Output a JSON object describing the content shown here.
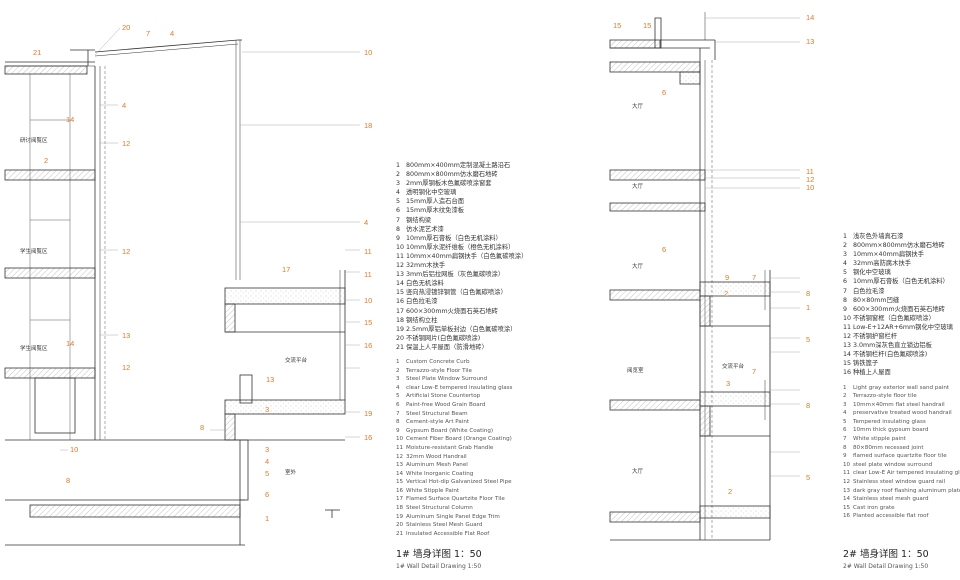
{
  "drawing1": {
    "title_cn": "1# 墙身详图 1：50",
    "title_en": "1# Wall Detail Drawing 1:50",
    "callouts": [
      "20",
      "7",
      "4",
      "21",
      "10",
      "4",
      "14",
      "18",
      "12",
      "2",
      "12",
      "4",
      "17",
      "11",
      "13",
      "15",
      "14",
      "12",
      "13",
      "16",
      "3",
      "11",
      "10",
      "8",
      "3",
      "4",
      "5",
      "6",
      "1",
      "8",
      "19",
      "16",
      "10"
    ],
    "rooms": [
      "研讨阅覧区",
      "学生阅覧区",
      "学生阅覧区",
      "交流平台",
      "室外"
    ],
    "legend_cn": [
      {
        "n": "1",
        "t": "800mm×400mm定制混凝土路沿石"
      },
      {
        "n": "2",
        "t": "800mm×800mm仿水磨石地砖"
      },
      {
        "n": "3",
        "t": "2mm厚钢板木色氟碳喷涂窗套"
      },
      {
        "n": "4",
        "t": "透明钢化中空玻璃"
      },
      {
        "n": "5",
        "t": "15mm厚人造石台面"
      },
      {
        "n": "6",
        "t": "15mm厚木纹免漆板"
      },
      {
        "n": "7",
        "t": "钢结构梁"
      },
      {
        "n": "8",
        "t": "仿水泥艺术漆"
      },
      {
        "n": "9",
        "t": "10mm厚石膏板（白色无机涂料）"
      },
      {
        "n": "10",
        "t": "10mm厚水泥纤维板（橙色无机涂料）"
      },
      {
        "n": "11",
        "t": "10mm×40mm扁钢扶手（白色氟碳喷涂）"
      },
      {
        "n": "12",
        "t": "32mm木扶手"
      },
      {
        "n": "13",
        "t": "3mm后铝拉网板（灰色氟碳喷涂）"
      },
      {
        "n": "14",
        "t": "白色无机涂料"
      },
      {
        "n": "15",
        "t": "竖向热浸镀锌钢管（白色氟碳喷涂）"
      },
      {
        "n": "16",
        "t": "白色拉毛漆"
      },
      {
        "n": "17",
        "t": "600×300mm火烧面石英石地砖"
      },
      {
        "n": "18",
        "t": "钢结构立柱"
      },
      {
        "n": "19",
        "t": "2.5mm厚铝单板封边（白色氟碳喷涂）"
      },
      {
        "n": "20",
        "t": "不锈钢网片(白色氟碳喷涂)"
      },
      {
        "n": "21",
        "t": "保温上人平屋面（防滑地砖）"
      }
    ],
    "legend_en": [
      {
        "n": "1",
        "t": "Custom Concrete Curb"
      },
      {
        "n": "2",
        "t": "Terrazzo-style Floor Tile"
      },
      {
        "n": "3",
        "t": "Steel Plate Window Surround"
      },
      {
        "n": "4",
        "t": "clear Low-E  tempered insulating glass"
      },
      {
        "n": "5",
        "t": "Artificial Stone Countertop"
      },
      {
        "n": "6",
        "t": "Paint-free Wood Grain Board"
      },
      {
        "n": "7",
        "t": "Steel Structural Beam"
      },
      {
        "n": "8",
        "t": "Cement-style Art Paint"
      },
      {
        "n": "9",
        "t": "Gypsum Board (White Coating)"
      },
      {
        "n": "10",
        "t": "Cement Fiber Board (Orange Coating)"
      },
      {
        "n": "11",
        "t": "Moisture-resistant Grab Handle"
      },
      {
        "n": "12",
        "t": "32mm Wood Handrail"
      },
      {
        "n": "13",
        "t": "Aluminum Mesh Panel"
      },
      {
        "n": "14",
        "t": "White Inorganic Coating"
      },
      {
        "n": "15",
        "t": "Vertical Hot-dip Galvanized Steel Pipe"
      },
      {
        "n": "16",
        "t": "White Stipple Paint"
      },
      {
        "n": "17",
        "t": "Flamed Surface Quartzite Floor Tile"
      },
      {
        "n": "18",
        "t": "Steel Structural Column"
      },
      {
        "n": "19",
        "t": "Aluminum Single Panel Edge Trim"
      },
      {
        "n": "20",
        "t": "Stainless Steel Mesh Guard"
      },
      {
        "n": "21",
        "t": "Insulated Accessible Flat Roof"
      }
    ]
  },
  "drawing2": {
    "title_cn": "2# 墙身详图 1：50",
    "title_en": "2# Wall Detail Drawing 1:50",
    "callouts": [
      "15",
      "15",
      "14",
      "13",
      "6",
      "11",
      "12",
      "10",
      "6",
      "9",
      "7",
      "8",
      "2",
      "5",
      "1",
      "3",
      "7",
      "8",
      "2",
      "5"
    ],
    "rooms": [
      "大厅",
      "大厅",
      "大厅",
      "阅览室",
      "交流平台",
      "大厅"
    ],
    "legend_cn": [
      {
        "n": "1",
        "t": "浅灰色外墙真石漆"
      },
      {
        "n": "2",
        "t": "800mm×800mm仿水磨石地砖"
      },
      {
        "n": "3",
        "t": "10mm×40mm扁钢扶手"
      },
      {
        "n": "4",
        "t": "32mm高防腐木扶手"
      },
      {
        "n": "5",
        "t": "钢化中空玻璃"
      },
      {
        "n": "6",
        "t": "10mm厚石膏板（白色无机涂料）"
      },
      {
        "n": "7",
        "t": "白色拉毛漆"
      },
      {
        "n": "8",
        "t": "80×80mm凹缝"
      },
      {
        "n": "9",
        "t": "600×300mm火烧面石英石地砖"
      },
      {
        "n": "10",
        "t": "不锈钢窗框（白色氟碳喷涂）"
      },
      {
        "n": "11",
        "t": "Low-E+12AR+6mm钢化中空玻璃"
      },
      {
        "n": "12",
        "t": "不锈钢护窗栏杆"
      },
      {
        "n": "13",
        "t": "3.0mm深灰色直立锁边铝板"
      },
      {
        "n": "14",
        "t": "不锈钢栏杆(白色氟碳喷涂)"
      },
      {
        "n": "15",
        "t": "铸铁篦子"
      },
      {
        "n": "16",
        "t": "种植上人屋面"
      }
    ],
    "legend_en": [
      {
        "n": "1",
        "t": "Light gray exterior wall sand paint"
      },
      {
        "n": "2",
        "t": "Terrazzo-style floor tile"
      },
      {
        "n": "3",
        "t": "10mm×40mm flat steel handrail"
      },
      {
        "n": "4",
        "t": "preservative treated wood handrail"
      },
      {
        "n": "5",
        "t": "Tempered insulating glass"
      },
      {
        "n": "6",
        "t": "10mm thick gypsum board"
      },
      {
        "n": "7",
        "t": "White stipple paint"
      },
      {
        "n": "8",
        "t": "80×80mm recessed joint"
      },
      {
        "n": "9",
        "t": "flamed surface quartzite floor tile"
      },
      {
        "n": "10",
        "t": "steel plate window surround"
      },
      {
        "n": "11",
        "t": "clear Low-E  Air  tempered insulating glass"
      },
      {
        "n": "12",
        "t": "Stainless steel window guard rail"
      },
      {
        "n": "13",
        "t": "dark gray roof flashing aluminum plate"
      },
      {
        "n": "14",
        "t": "Stainless steel mesh guard"
      },
      {
        "n": "15",
        "t": "Cast iron grate"
      },
      {
        "n": "16",
        "t": "Planted accessible flat roof"
      }
    ]
  }
}
